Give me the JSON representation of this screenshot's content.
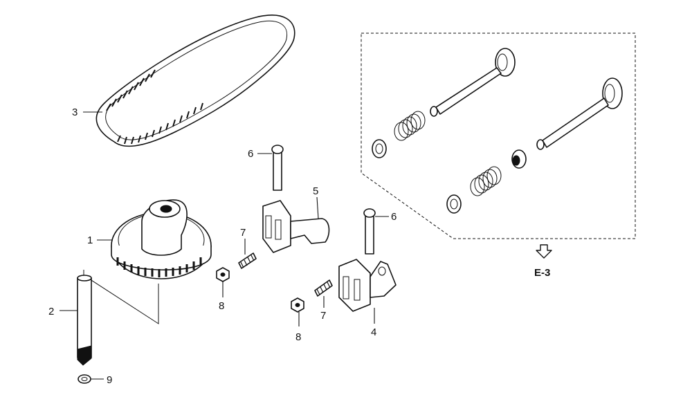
{
  "callouts": {
    "c1": "1",
    "c2": "2",
    "c3": "3",
    "c4": "4",
    "c5": "5",
    "c6a": "6",
    "c6b": "6",
    "c7a": "7",
    "c7b": "7",
    "c8a": "8",
    "c8b": "8",
    "c9": "9"
  },
  "reference": {
    "label": "E-3",
    "icon": "arrow-down-outline-icon"
  },
  "colors": {
    "line": "#111111",
    "background": "#ffffff"
  }
}
